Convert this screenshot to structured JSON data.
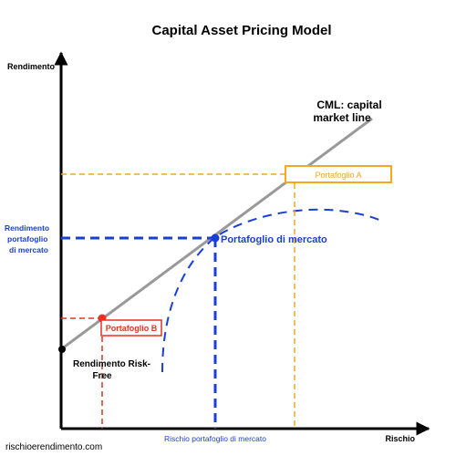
{
  "title": "Capital Asset Pricing Model",
  "axis": {
    "y_label": "Rendimento",
    "x_label": "Rischio"
  },
  "cml": {
    "label_line1": "CML: capital",
    "label_line2": "market line",
    "color": "#999999"
  },
  "market": {
    "y_label_line1": "Rendimento",
    "y_label_line2": "portafoglio",
    "y_label_line3": "di mercato",
    "x_label": "Rischio portafoglio di mercato",
    "point_label": "Portafoglio di mercato",
    "color": "#1a3fd6"
  },
  "portfolio_a": {
    "label": "Portafoglio A",
    "color": "#f5a623"
  },
  "portfolio_b": {
    "label": "Portafoglio B",
    "color": "#e8321e"
  },
  "risk_free": {
    "label_line1": "Rendimento Risk-",
    "label_line2": "Free"
  },
  "footer": "rischioerendimento.com"
}
